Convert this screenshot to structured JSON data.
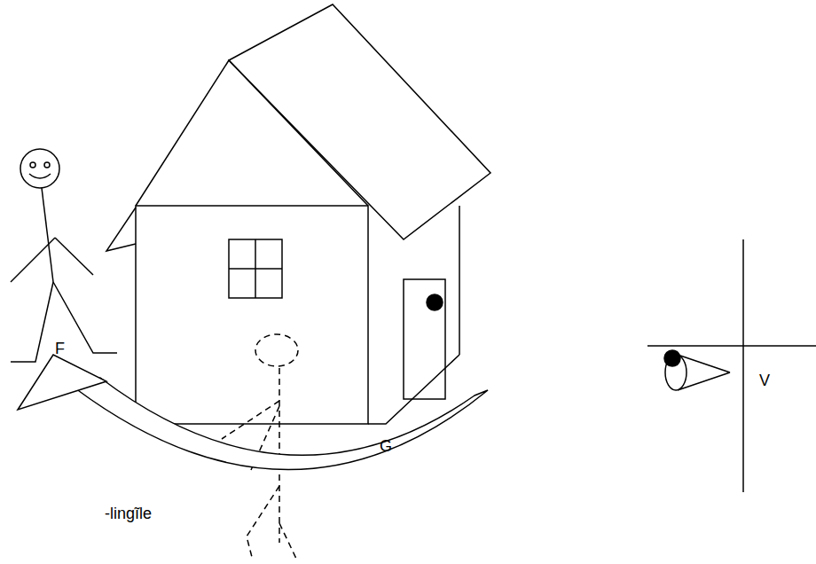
{
  "diagram": {
    "labels": [
      "F",
      "G",
      "-lingĩle",
      "V"
    ]
  }
}
